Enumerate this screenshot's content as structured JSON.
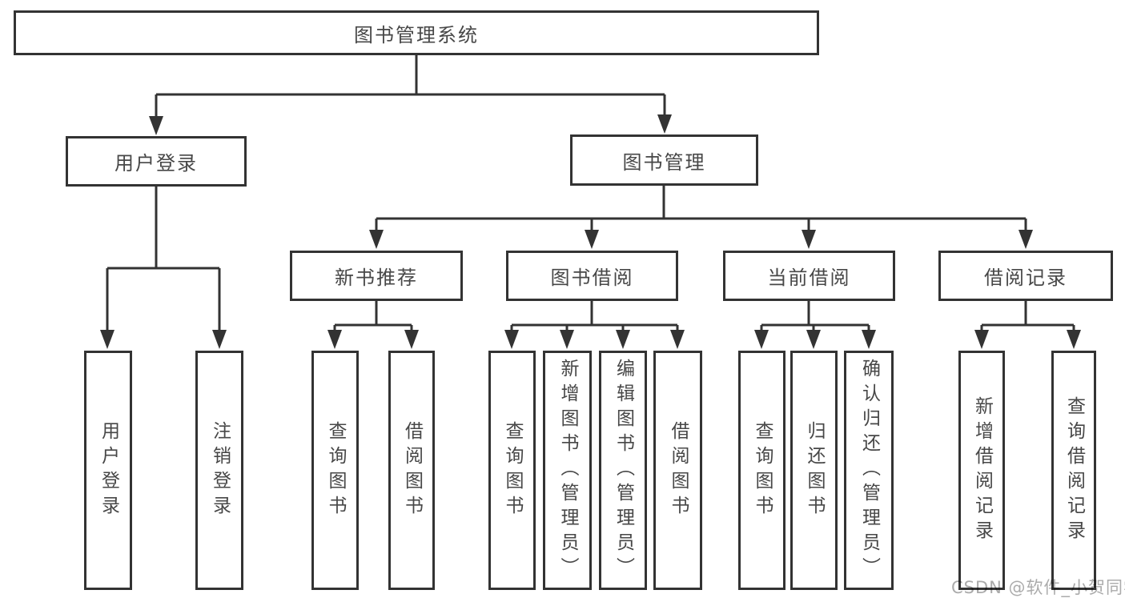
{
  "diagram": {
    "root": {
      "label": "图书管理系统"
    },
    "level2": {
      "user_login": {
        "label": "用户登录"
      },
      "book_mgmt": {
        "label": "图书管理"
      }
    },
    "level3": {
      "new_book_recommend": {
        "label": "新书推荐"
      },
      "book_borrow": {
        "label": "图书借阅"
      },
      "current_borrow": {
        "label": "当前借阅"
      },
      "borrow_records": {
        "label": "借阅记录"
      }
    },
    "leaves": {
      "user_login": [
        "用户登录",
        "注销登录"
      ],
      "new_book_recommend": [
        "查询图书",
        "借阅图书"
      ],
      "book_borrow": [
        "查询图书",
        "新增图书（管理员）",
        "编辑图书（管理员）",
        "借阅图书"
      ],
      "current_borrow": [
        "查询图书",
        "归还图书",
        "确认归还（管理员）"
      ],
      "borrow_records": [
        "新增借阅记录",
        "查询借阅记录"
      ]
    }
  },
  "watermark": {
    "text": "CSDN @软件_小贺同学"
  },
  "colors": {
    "line": "#333333",
    "box_border": "#333333",
    "text": "#474747",
    "watermark": "#ababab",
    "background": "#ffffff"
  }
}
